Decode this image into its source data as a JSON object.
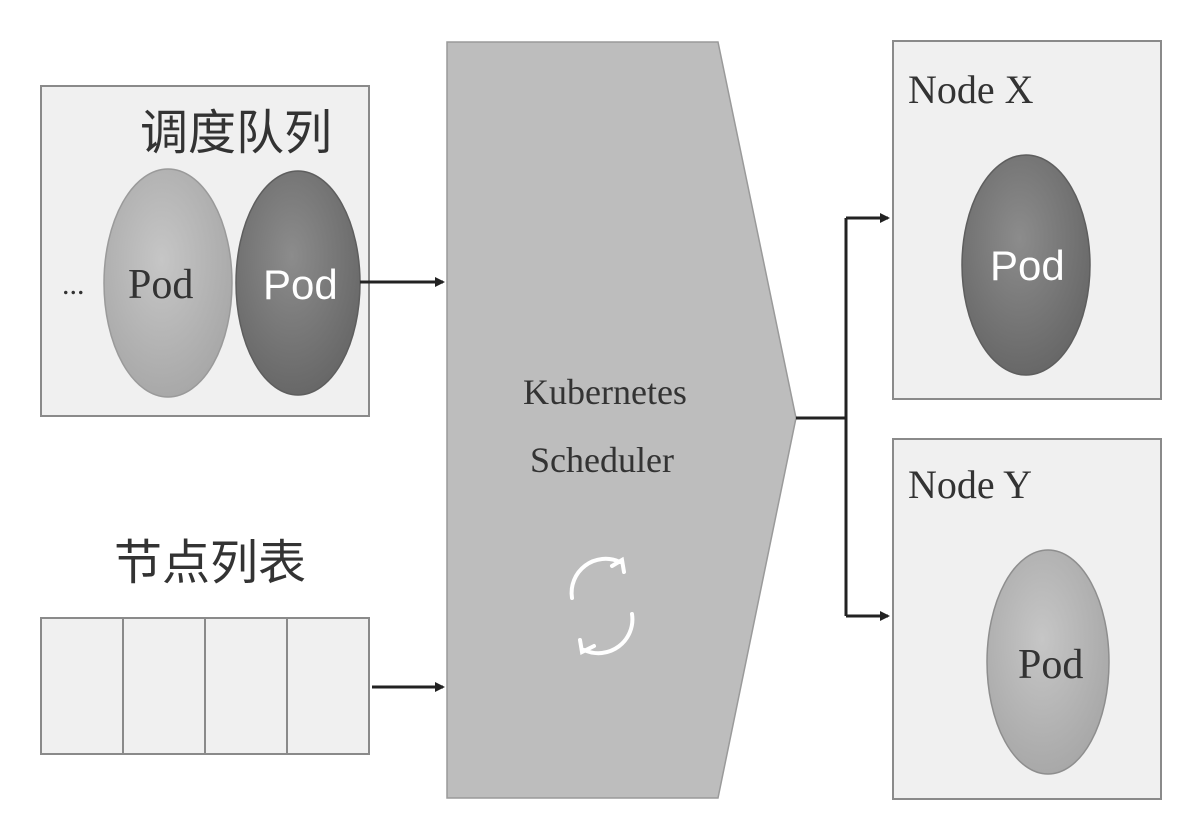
{
  "queue": {
    "title": "调度队列",
    "ellipsis": "...",
    "pod_waiting_label": "Pod",
    "pod_next_label": "Pod"
  },
  "node_list": {
    "title": "节点列表",
    "cell_count": 4
  },
  "scheduler": {
    "line1": "Kubernetes",
    "line2": "Scheduler",
    "icon": "refresh-cycle-icon"
  },
  "nodes": [
    {
      "name": "Node X",
      "pod_label": "Pod"
    },
    {
      "name": "Node Y",
      "pod_label": "Pod"
    }
  ],
  "colors": {
    "panel_fill": "#f0f0f0",
    "panel_border": "#8a8a8a",
    "scheduler_fill": "#bdbdbd",
    "pod_light": "#b4b4b4",
    "pod_dark": "#7a7a7a",
    "arrow": "#222222",
    "text": "#333333"
  }
}
